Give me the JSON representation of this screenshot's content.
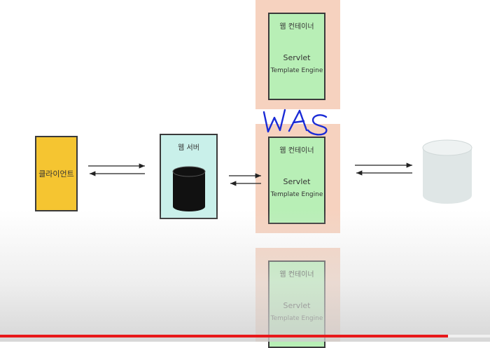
{
  "diagram": {
    "client_label": "클라이언트",
    "webserver_label": "웹 서버",
    "containers": [
      {
        "title": "웹 컨테이너",
        "servlet": "Servlet",
        "engine": "Template Engine"
      },
      {
        "title": "웹 컨테이너",
        "servlet": "Servlet",
        "engine": "Template Engine"
      },
      {
        "title": "웹 컨테이너",
        "servlet": "Servlet",
        "engine": "Template Engine"
      }
    ],
    "handwritten_annotation": "WAS"
  },
  "colors": {
    "client": "#f5c531",
    "webserver": "#c9f0ea",
    "was_panel": "#f6d2bf",
    "container": "#b8efb6",
    "database": "#dfe6e6",
    "annotation_ink": "#1a2bd6",
    "progress": "#e8191b"
  },
  "video": {
    "progress": 0.914
  }
}
